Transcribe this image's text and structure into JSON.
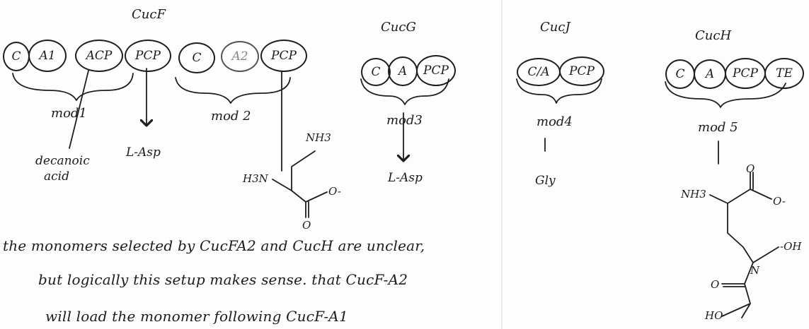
{
  "proteins": {
    "cucF": "CucF",
    "cucG": "CucG",
    "cucJ": "CucJ",
    "cucH": "CucH"
  },
  "domains": {
    "cucF": [
      "C",
      "A1",
      "ACP",
      "PCP",
      "C",
      "A2",
      "PCP"
    ],
    "cucG": [
      "C",
      "A",
      "PCP"
    ],
    "cucJ": [
      "C/A",
      "PCP"
    ],
    "cucH": [
      "C",
      "A",
      "PCP",
      "TE"
    ]
  },
  "modules": [
    "mod1",
    "mod 2",
    "mod3",
    "mod4",
    "mod 5"
  ],
  "substrates": {
    "mod1_label": "decanoic",
    "mod1_label2": "acid",
    "mod1_aa": "L-Asp",
    "mod2_nh3": "NH3",
    "mod2_h3n": "H3N",
    "mod2_o": "O",
    "mod2_ominus": "O-",
    "mod3_aa": "L-Asp",
    "mod4_aa": "Gly",
    "mod5_nh3": "NH3",
    "mod5_o": "O",
    "mod5_ominus": "O-",
    "mod5_n": "N",
    "mod5_oh": "-OH",
    "mod5_o2": "O",
    "mod5_ho": "HO"
  },
  "notes": {
    "line1": "the monomers selected by CucFA2 and CucH are unclear,",
    "line2": "but logically this setup makes sense. that CucF-A2",
    "line3": "will load the monomer following CucF-A1"
  }
}
